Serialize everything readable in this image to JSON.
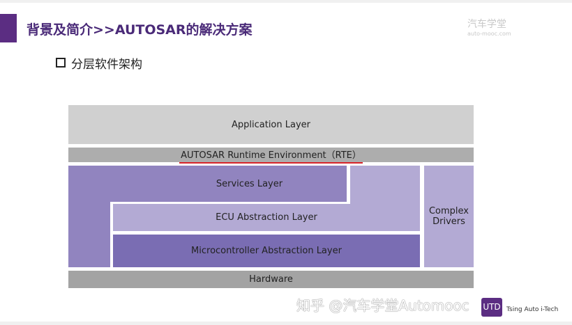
{
  "header": {
    "title": "背景及简介>>AUTOSAR的解决方案",
    "logo_text": "汽车学堂",
    "logo_url_text": "auto-mooc.com"
  },
  "subtitle": "分层软件架构",
  "diagram": {
    "application": "Application Layer",
    "rte": "AUTOSAR Runtime Environment（RTE）",
    "services": "Services Layer",
    "ecu": "ECU Abstraction Layer",
    "mcal": "Microcontroller Abstraction Layer",
    "complex": "Complex Drivers",
    "hardware": "Hardware"
  },
  "watermark": "知乎 @汽车学堂Automooc",
  "footer_logo": {
    "mark": "UTD",
    "text": "Tsing Auto i-Tech"
  },
  "colors": {
    "accent": "#5b2d82",
    "rte_underline": "#d8232a"
  }
}
